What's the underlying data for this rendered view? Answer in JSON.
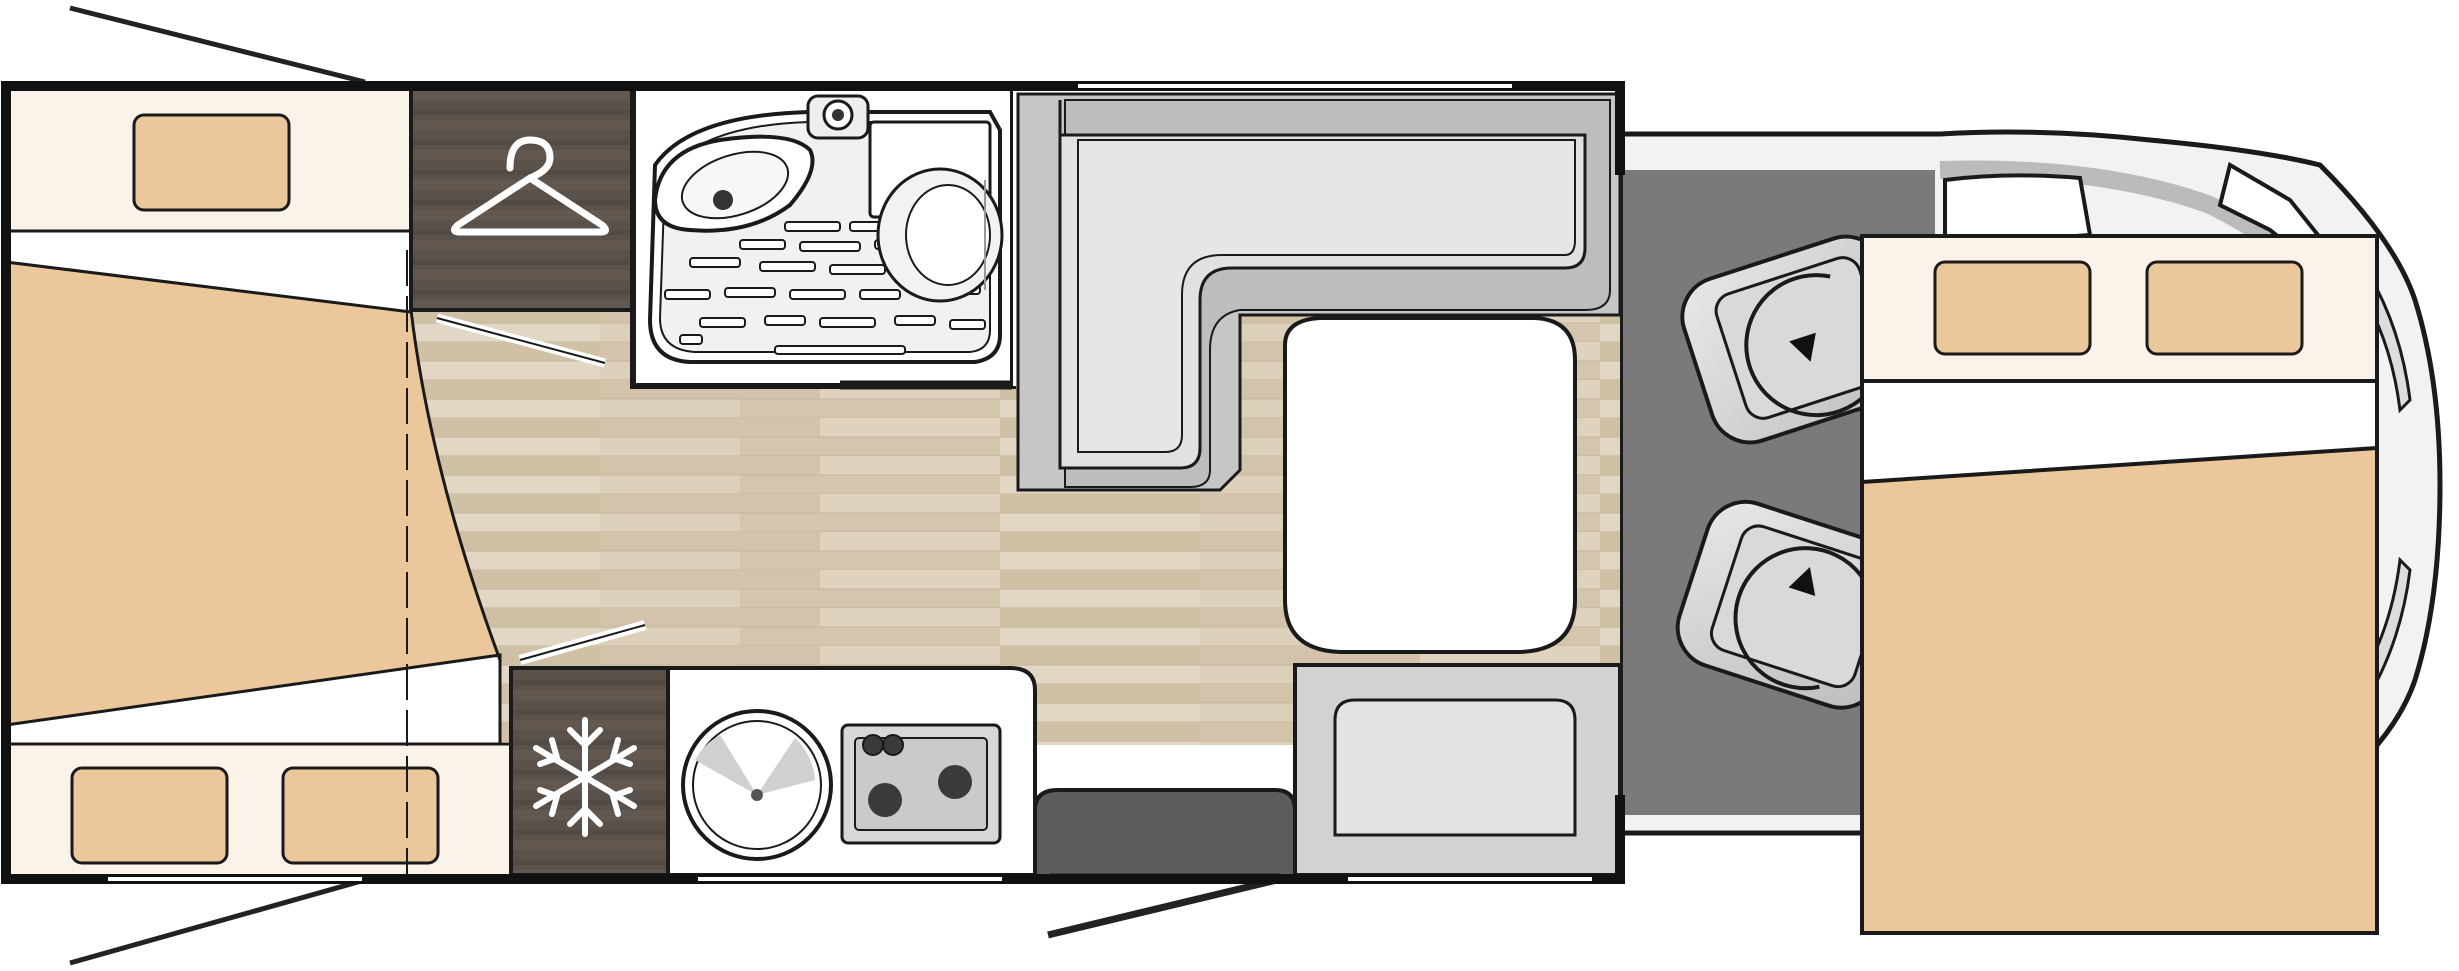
{
  "diagram": {
    "type": "motorhome-floor-plan",
    "zones": [
      {
        "id": "rear-bed",
        "kind": "bed"
      },
      {
        "id": "wardrobe",
        "kind": "wardrobe",
        "icon": "hanger-icon"
      },
      {
        "id": "washroom",
        "kind": "bathroom",
        "fixtures": [
          "sink",
          "shower-tray",
          "toilet"
        ]
      },
      {
        "id": "l-seat",
        "kind": "dinette-bench"
      },
      {
        "id": "table",
        "kind": "table"
      },
      {
        "id": "fridge",
        "kind": "fridge",
        "icon": "snowflake-icon"
      },
      {
        "id": "kitchen",
        "kind": "kitchen",
        "fixtures": [
          "round-sink",
          "two-burner-hob"
        ]
      },
      {
        "id": "step",
        "kind": "entry-step"
      },
      {
        "id": "side-bench",
        "kind": "bench"
      },
      {
        "id": "cab-seats",
        "kind": "swivel-seats",
        "count": 2
      },
      {
        "id": "drop-down-bed",
        "kind": "bed",
        "pillows": 2
      },
      {
        "id": "cab",
        "kind": "driver-cab"
      }
    ],
    "colors": {
      "outline": "#111111",
      "cushion": "#ebc89c",
      "linen": "#fbf3ea",
      "wood_floor": "#d6c8b2",
      "cab_floor": "#7a7a7a",
      "furniture_grey": "#cfcfcf",
      "dark_wood": "#595048",
      "white": "#ffffff"
    }
  }
}
